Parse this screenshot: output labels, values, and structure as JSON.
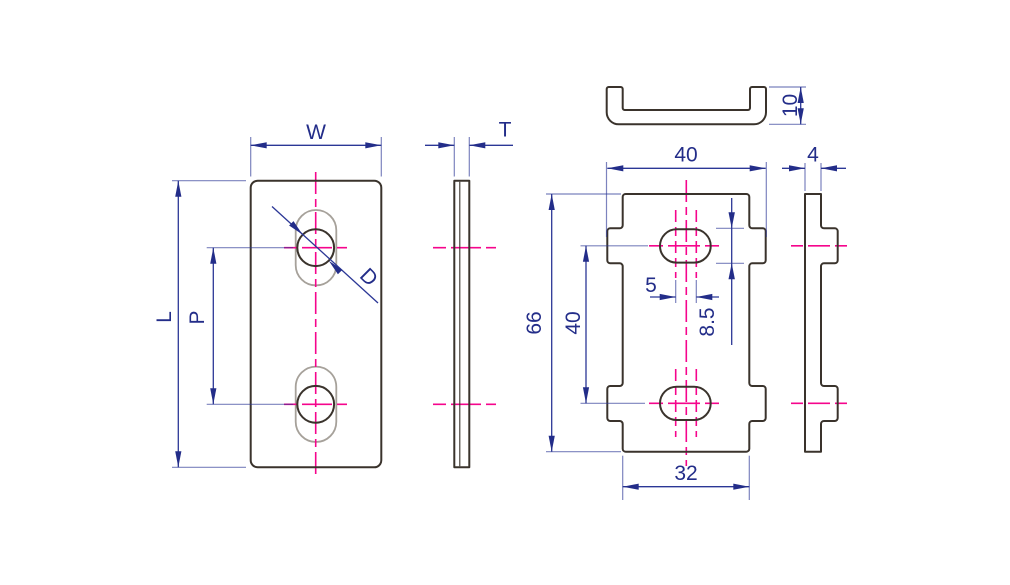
{
  "colors": {
    "bg": "#ffffff",
    "outline": "#3a332c",
    "slot": "#a6a19a",
    "dim": "#2b3796",
    "dimtext": "#232d89",
    "center": "#f5058c"
  },
  "generic_plate": {
    "front_view": {
      "width_label": "W",
      "length_label": "L",
      "hole_pitch_label": "P",
      "hole_diameter_label": "D"
    },
    "side_view": {
      "thickness_label": "T"
    }
  },
  "dimensioned_plate": {
    "top_view": {
      "flange_height": "10"
    },
    "front_view": {
      "overall_width": "40",
      "overall_length": "66",
      "hole_pitch": "40",
      "slot_center_distance": "5",
      "notch_height": "8.5",
      "base_width": "32"
    },
    "side_view": {
      "thickness": "4"
    }
  }
}
